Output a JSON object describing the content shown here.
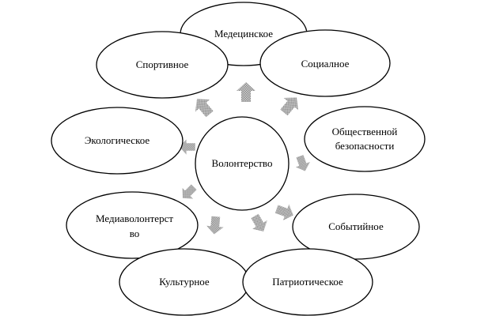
{
  "center": {
    "label": "Волонтерство"
  },
  "nodes": [
    {
      "id": "medical",
      "lines": [
        "Медецинское"
      ]
    },
    {
      "id": "sport",
      "lines": [
        "Спортивное"
      ]
    },
    {
      "id": "social",
      "lines": [
        "Социалное"
      ]
    },
    {
      "id": "ecology",
      "lines": [
        "Экологическое"
      ]
    },
    {
      "id": "public-safety",
      "lines": [
        "Общественной",
        "безопасности"
      ]
    },
    {
      "id": "media",
      "lines": [
        "Медиаволонтерст",
        "во"
      ]
    },
    {
      "id": "event",
      "lines": [
        "Событийное"
      ]
    },
    {
      "id": "culture",
      "lines": [
        "Культурное"
      ]
    },
    {
      "id": "patriotic",
      "lines": [
        "Патриотическое"
      ]
    }
  ],
  "colors": {
    "stroke": "#000000",
    "arrow_dots": "#8c8c8c",
    "background": "#ffffff"
  }
}
